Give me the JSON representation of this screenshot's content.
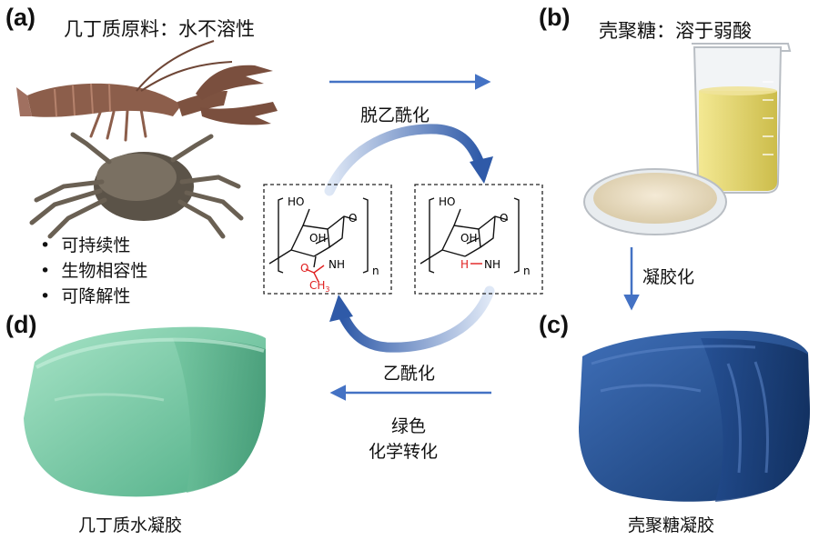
{
  "panels": {
    "a": {
      "letter": "(a)",
      "title": "几丁质原料：水不溶性"
    },
    "b": {
      "letter": "(b)",
      "title": "壳聚糖：溶于弱酸"
    },
    "c": {
      "letter": "(c)"
    },
    "d": {
      "letter": "(d)"
    }
  },
  "properties": [
    "可持续性",
    "生物相容性",
    "可降解性"
  ],
  "bullet_symbol": "•",
  "process": {
    "deacetylation": "脱乙酰化",
    "gelation": "凝胶化",
    "acetylation": "乙酰化",
    "green_line1": "绿色",
    "green_line2": "化学转化"
  },
  "captions": {
    "chitin_hydrogel": "几丁质水凝胶",
    "chitosan_hydrogel": "壳聚糖凝胶"
  },
  "structure": {
    "ho": "HO",
    "oh": "OH",
    "o": "O",
    "nh": "NH",
    "h": "H",
    "ch3": "CH",
    "sub3": "3",
    "repeat": "n"
  },
  "colors": {
    "arrow": "#4472c4",
    "cycle_arrow": "#3b5fb0",
    "highlight": "#e02020",
    "chitin_gel": "#7ccfa8",
    "chitosan_gel": "#1f4a8c",
    "liquid": "#e2d56a"
  }
}
